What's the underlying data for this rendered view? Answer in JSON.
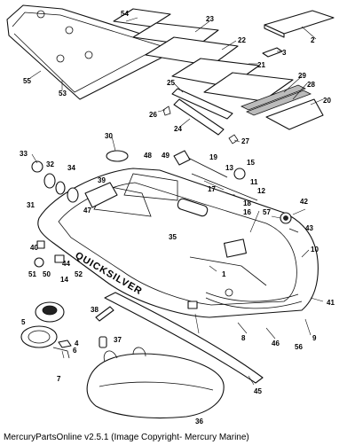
{
  "diagram": {
    "brand_text": "QUICKSILVER",
    "callouts": [
      "1",
      "2",
      "3",
      "4",
      "5",
      "6",
      "7",
      "8",
      "9",
      "10",
      "11",
      "12",
      "13",
      "14",
      "15",
      "16",
      "17",
      "18",
      "19",
      "20",
      "21",
      "22",
      "23",
      "24",
      "25",
      "26",
      "27",
      "28",
      "29",
      "30",
      "31",
      "32",
      "33",
      "34",
      "35",
      "36",
      "37",
      "38",
      "39",
      "40",
      "41",
      "42",
      "43",
      "44",
      "45",
      "46",
      "47",
      "48",
      "49",
      "50",
      "51",
      "52",
      "53",
      "54",
      "55",
      "56",
      "57"
    ]
  },
  "footer": {
    "copyright": "MercuryPartsOnline v2.5.1 (Image Copyright- Mercury Marine)"
  }
}
